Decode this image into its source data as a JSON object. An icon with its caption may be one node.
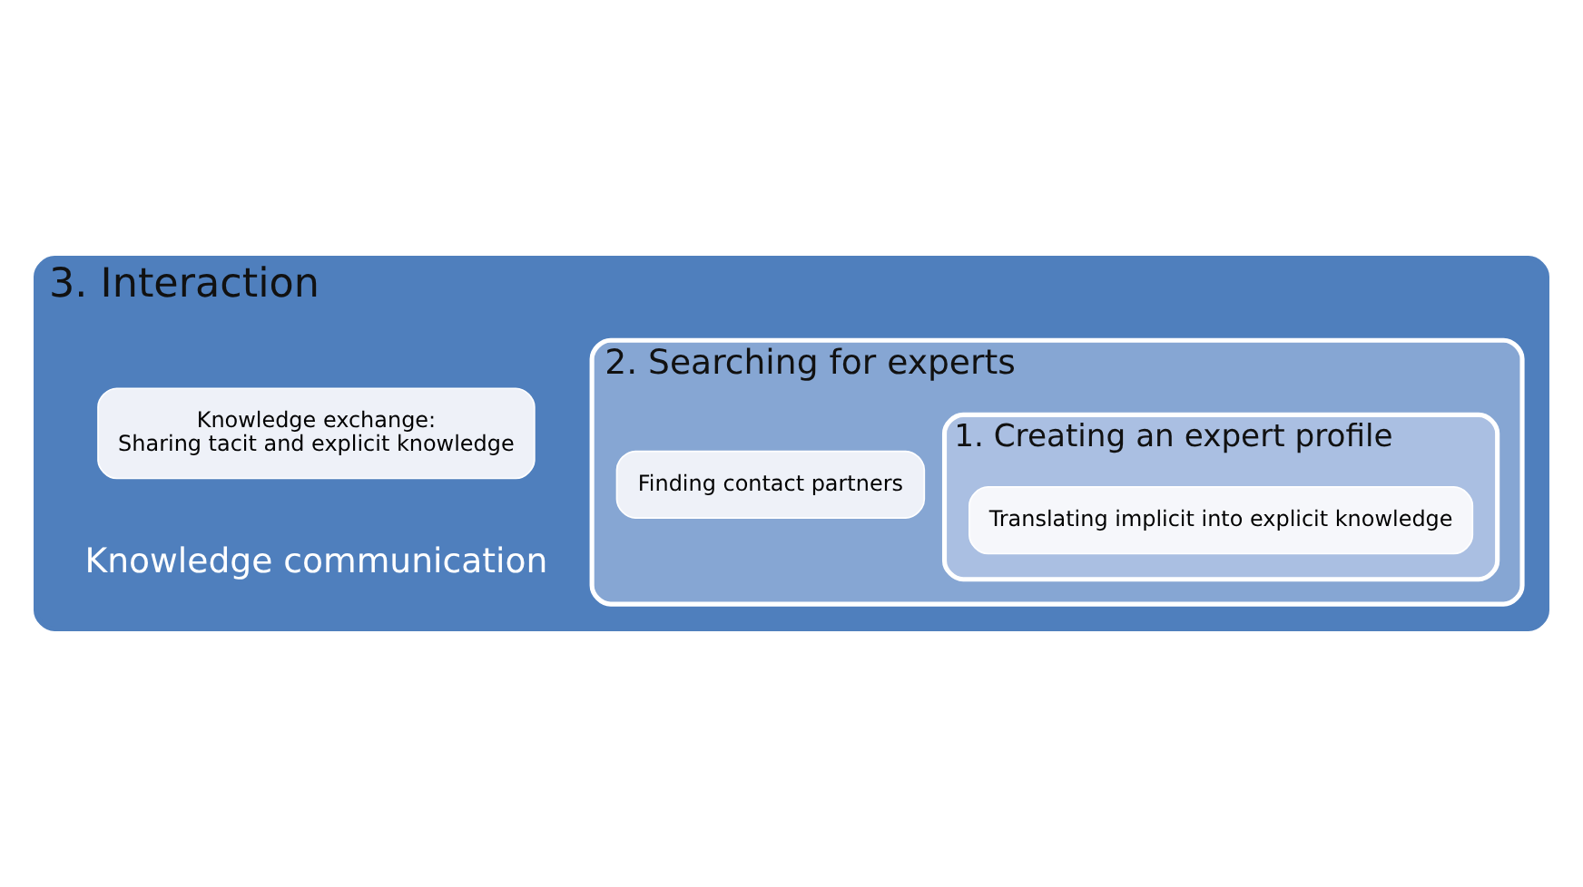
{
  "diagram": {
    "nodes": [
      {
        "text": [
          "3. Interaction"
        ]
      },
      {
        "text": [
          "Knowledge exchange:",
          "Sharing tacit and explicit knowledge"
        ],
        "in": 0
      },
      {
        "text": [
          "2. Searching for experts"
        ],
        "in": 0
      },
      {
        "text": [
          "Finding contact partners"
        ],
        "in": 2
      },
      {
        "text": [
          "1. Creating an expert profile"
        ],
        "in": 2
      },
      {
        "text": [
          "Translating implicit into explicit knowledge"
        ],
        "in": 4
      }
    ],
    "edges": [],
    "labels": [
      "Knowledge communication"
    ]
  }
}
